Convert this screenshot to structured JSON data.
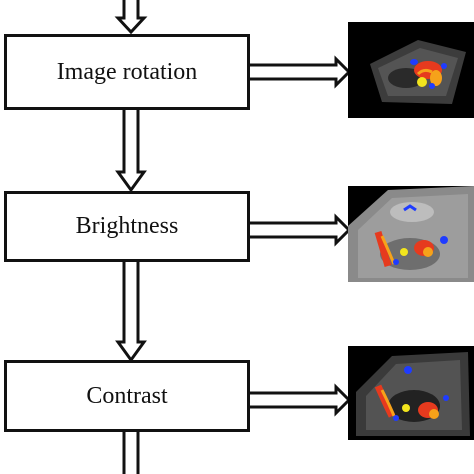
{
  "steps": [
    {
      "label": "Image rotation",
      "thumbnail": "ultrasound-doppler-rotated"
    },
    {
      "label": "Brightness",
      "thumbnail": "ultrasound-doppler-brightened"
    },
    {
      "label": "Contrast",
      "thumbnail": "ultrasound-doppler-contrast"
    }
  ],
  "colors": {
    "stroke": "#111111",
    "box_fill": "#ffffff",
    "thumb_background": "#000000",
    "doppler_red": "#e63a1e",
    "doppler_orange": "#f6a21a",
    "doppler_yellow": "#f2e51d",
    "doppler_blue": "#1f3cff"
  }
}
